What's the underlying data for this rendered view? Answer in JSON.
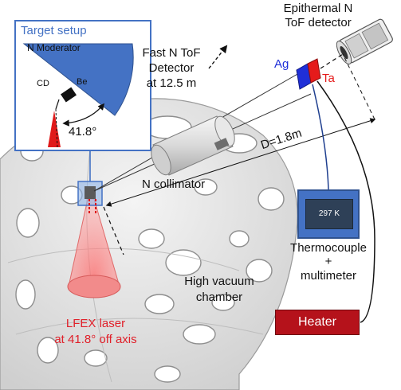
{
  "inset": {
    "title": "Target setup",
    "moderator_label": "N Moderator",
    "cd_label": "CD",
    "be_label": "Be",
    "angle_label": "41.8°"
  },
  "labels": {
    "epithermal_line1": "Epithermal N",
    "epithermal_line2": "ToF detector",
    "fast_line1": "Fast N ToF",
    "fast_line2": "Detector",
    "fast_line3": "at 12.5 m",
    "ag": "Ag",
    "ta": "Ta",
    "distance": "D=1.8m",
    "collimator": "N collimator",
    "meter_reading": "297 K",
    "thermocouple_line1": "Thermocouple",
    "thermocouple_plus": "+",
    "thermocouple_line2": "multimeter",
    "chamber_line1": "High vacuum",
    "chamber_line2": "chamber",
    "laser_line1": "LFEX laser",
    "laser_line2": "at 41.8° off axis",
    "heater": "Heater"
  },
  "colors": {
    "accent_blue": "#4472c4",
    "laser_red": "#e0202a",
    "heater_red": "#b5121b",
    "chamber_gray": "#e4e4e4"
  }
}
